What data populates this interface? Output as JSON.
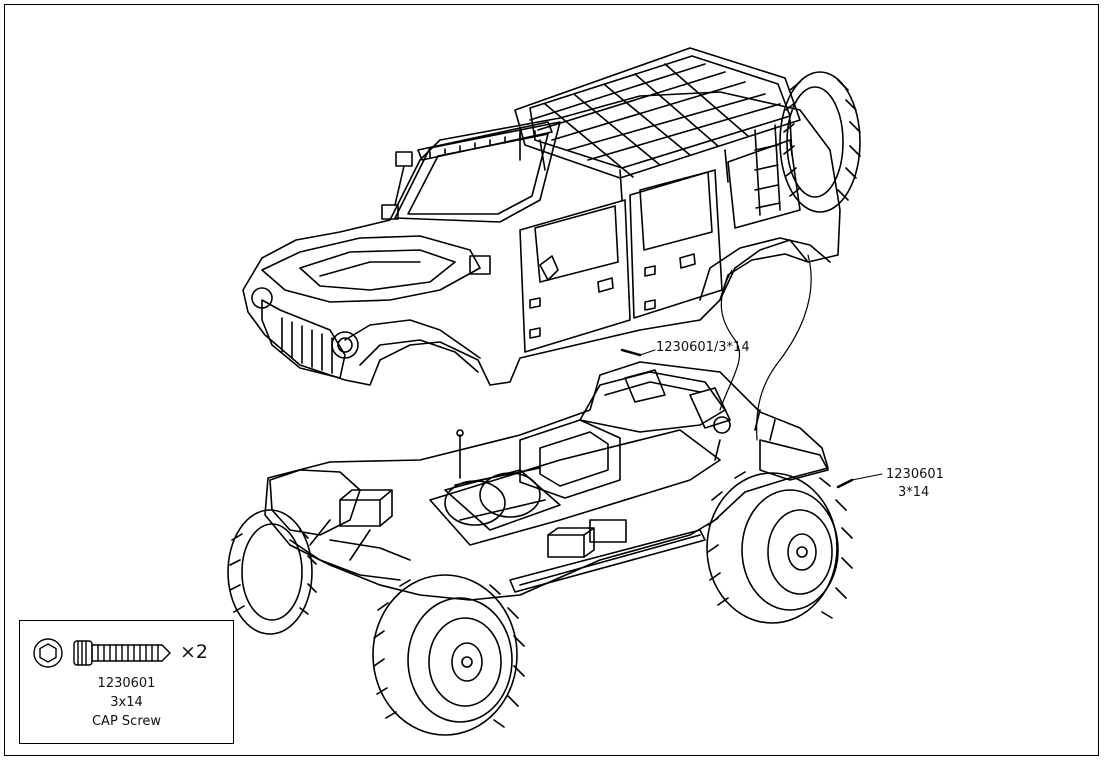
{
  "callouts": {
    "body_screw": "1230601/3*14",
    "chassis_screw_part": "1230601",
    "chassis_screw_size": "3*14"
  },
  "legend": {
    "quantity": "×2",
    "part_number": "1230601",
    "size": "3x14",
    "name": "CAP Screw",
    "icons": [
      "hex-head-icon",
      "cap-screw-icon"
    ]
  },
  "colors": {
    "line": "#000000",
    "background": "#ffffff"
  }
}
